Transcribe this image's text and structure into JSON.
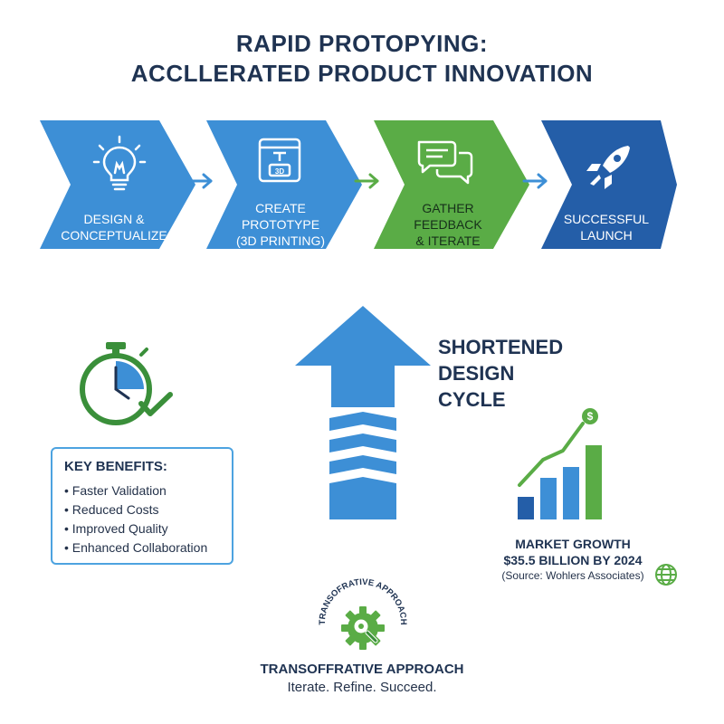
{
  "header": {
    "title_line1": "RAPID PROTOPYING:",
    "title_line2": "ACCLLERATED PRODUCT INNOVATION"
  },
  "steps": [
    {
      "line1": "DESIGN &",
      "line2": "CONCEPTUALIZE",
      "line3": "",
      "icon": "lightbulb-icon",
      "color": "#3d8fd6"
    },
    {
      "line1": "CREATE",
      "line2": "PROTOTYPE",
      "line3": "(3D PRINTING)",
      "icon": "3d-printer-icon",
      "color": "#3d8fd6"
    },
    {
      "line1": "GATHER",
      "line2": "FEEDBACK",
      "line3": "& ITERATE",
      "icon": "chat-bubbles-icon",
      "color": "#5aac46"
    },
    {
      "line1": "SUCCESSFUL",
      "line2": "LAUNCH",
      "line3": "",
      "icon": "rocket-icon",
      "color": "#245ea8"
    }
  ],
  "cycle": {
    "line1": "SHORTENED",
    "line2": "DESIGN",
    "line3": "CYCLE"
  },
  "benefits": {
    "heading": "KEY BENEFITS:",
    "items": [
      "Faster Validation",
      "Reduced Costs",
      "Improved Quality",
      "Enhanced Collaboration"
    ]
  },
  "market": {
    "title": "MARKET GROWTH",
    "value": "$35.5 BILLION BY 2024",
    "source": "(Source: Wohlers Associates)",
    "dollar": "$"
  },
  "approach": {
    "badge_text": "TRANSOFRATIVE APPROACH",
    "title": "TRANSOFFRATIVE APPROACH",
    "tagline": "Iterate. Refine. Succeed."
  },
  "colors": {
    "blue": "#3d8fd6",
    "green": "#5aac46",
    "navy": "#245ea8",
    "dark_text": "#1f3352"
  }
}
